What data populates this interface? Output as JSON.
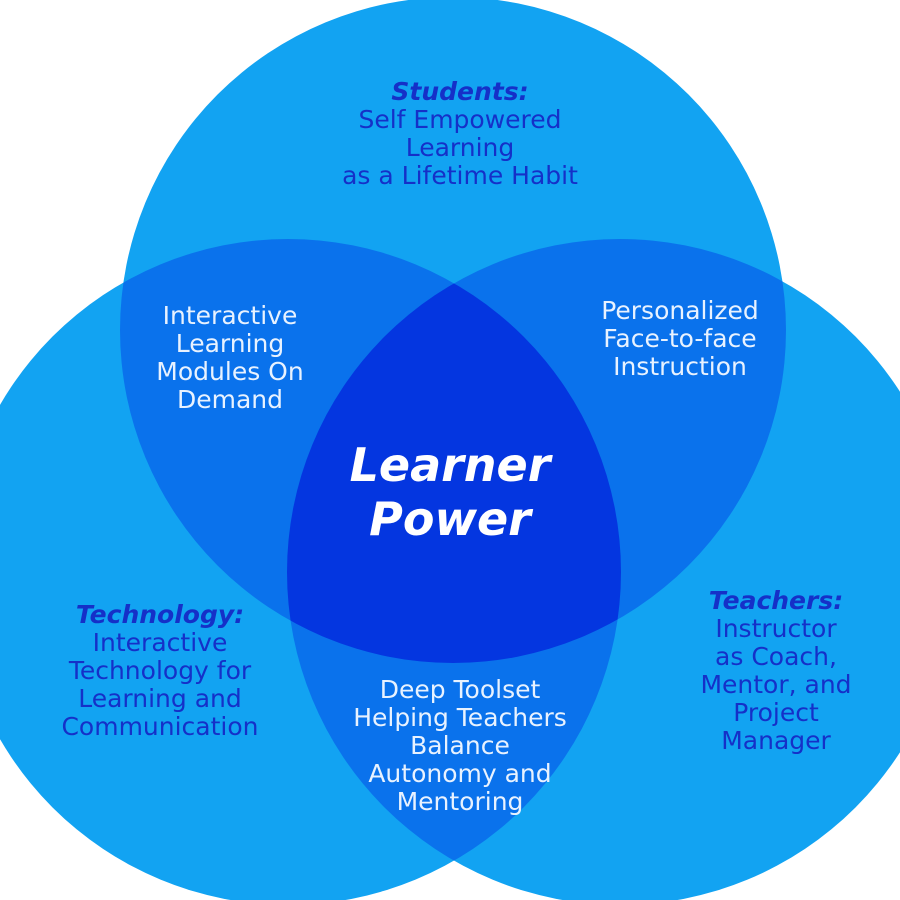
{
  "colors": {
    "background": "#ffffff",
    "circle_fill": "#12a3f2",
    "pair_overlap": "#0a72ec",
    "triple_overlap": "#0436e0",
    "dark_text": "#1530c8",
    "light_text": "#e8f2ff",
    "center_text": "#ffffff"
  },
  "center": {
    "line1": "Learner",
    "line2": "Power"
  },
  "students": {
    "title": "Students:",
    "lines": [
      "Self Empowered",
      "Learning",
      "as a Lifetime Habit"
    ]
  },
  "technology": {
    "title": "Technology:",
    "lines": [
      "Interactive",
      "Technology for",
      "Learning and",
      "Communication"
    ]
  },
  "teachers": {
    "title": "Teachers:",
    "lines": [
      "Instructor",
      "as Coach,",
      "Mentor, and",
      "Project",
      "Manager"
    ]
  },
  "overlap_students_technology": {
    "lines": [
      "Interactive",
      "Learning",
      "Modules On",
      "Demand"
    ]
  },
  "overlap_students_teachers": {
    "lines": [
      "Personalized",
      "Face-to-face",
      "Instruction"
    ]
  },
  "overlap_technology_teachers": {
    "lines": [
      "Deep Toolset",
      "Helping Teachers",
      "Balance",
      "Autonomy and",
      "Mentoring"
    ]
  }
}
